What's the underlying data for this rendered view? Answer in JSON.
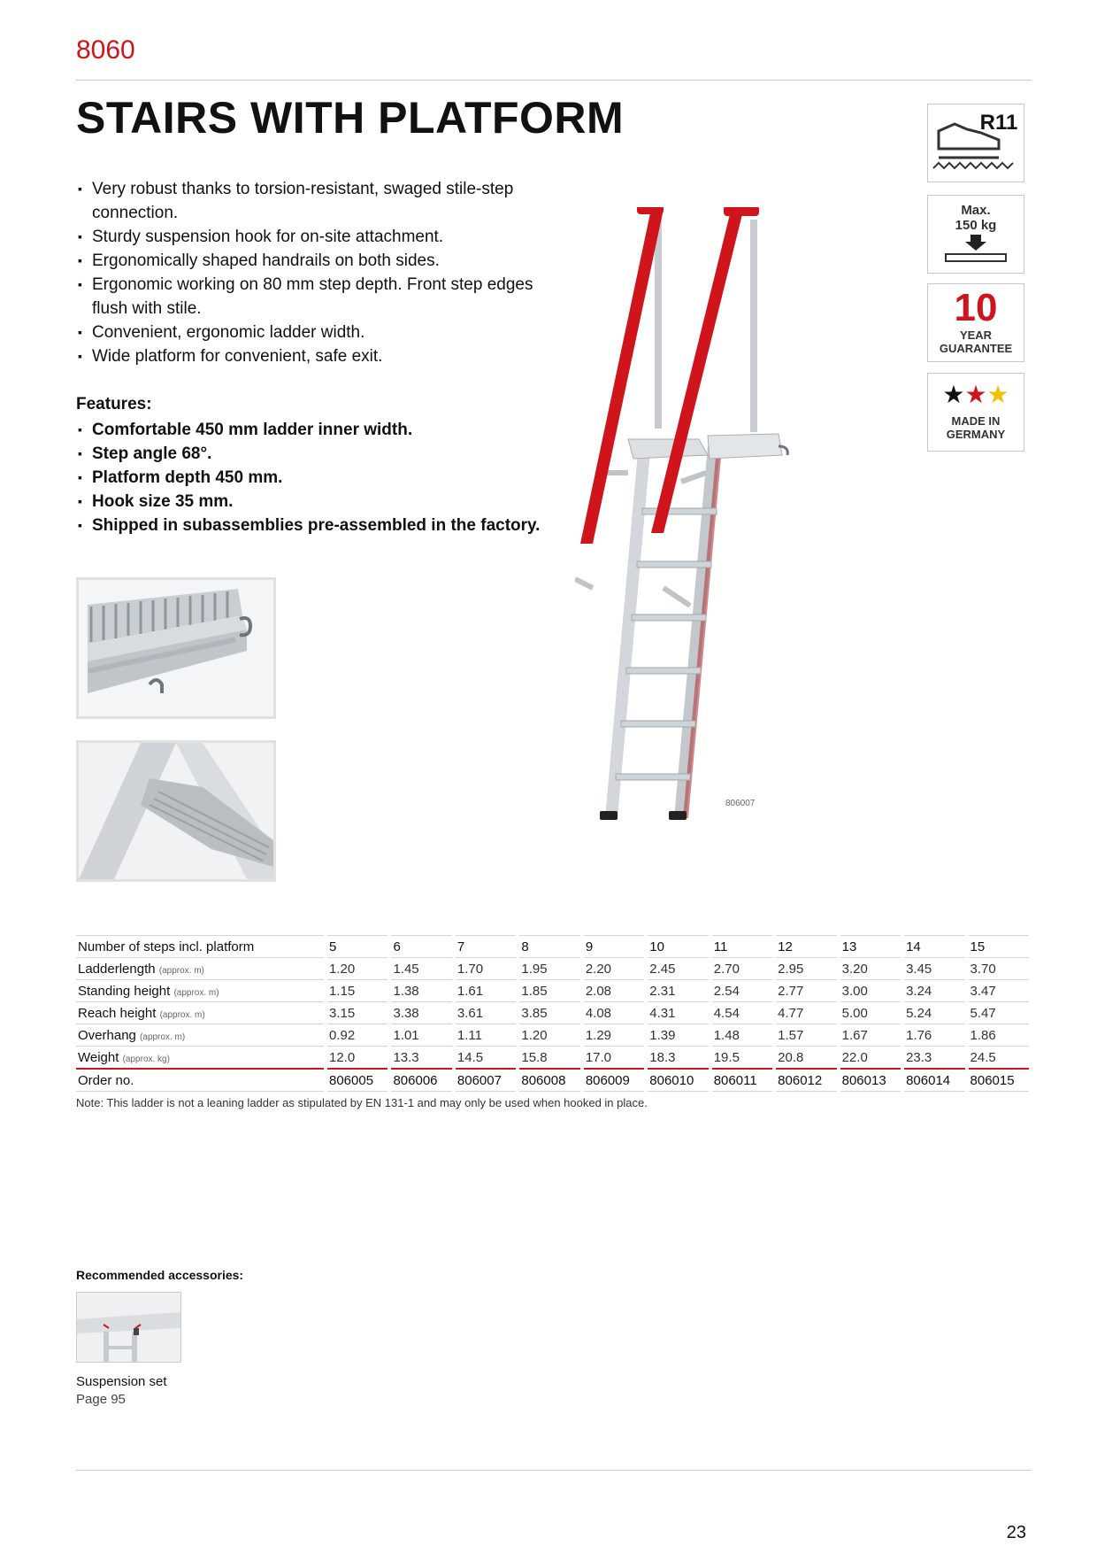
{
  "header": {
    "model": "8060",
    "title": "STAIRS WITH PLATFORM"
  },
  "features": [
    "Very robust thanks to torsion-resistant, swaged stile-step connection.",
    "Sturdy suspension hook for on-site attachment.",
    "Ergonomically shaped handrails on both sides.",
    "Ergonomic working on 80 mm step depth. Front step edges flush with stile.",
    "Convenient, ergonomic ladder width.",
    "Wide platform for convenient, safe exit."
  ],
  "specs": {
    "heading": "Features:",
    "items": [
      "Comfortable 450 mm ladder inner width.",
      "Step angle 68°.",
      "Platform depth 450 mm.",
      "Hook size 35 mm.",
      "Shipped in subassemblies pre-assembled in the factory."
    ]
  },
  "figure": {
    "code": "806007",
    "rail_color": "#d0141b"
  },
  "badges": {
    "slip": "R11",
    "max_load_line1": "Max.",
    "max_load_line2": "150 kg",
    "guarantee_number": "10",
    "guarantee_line1": "YEAR",
    "guarantee_line2": "GUARANTEE",
    "made_line1": "MADE IN",
    "made_line2": "GERMANY",
    "star_colors": [
      "#111111",
      "#d0141b",
      "#f2c200"
    ]
  },
  "table": {
    "rows": [
      {
        "label": "Number of steps incl. platform",
        "unit": "",
        "values": [
          "5",
          "6",
          "7",
          "8",
          "9",
          "10",
          "11",
          "12",
          "13",
          "14",
          "15"
        ]
      },
      {
        "label": "Ladderlength",
        "unit": "(approx. m)",
        "values": [
          "1.20",
          "1.45",
          "1.70",
          "1.95",
          "2.20",
          "2.45",
          "2.70",
          "2.95",
          "3.20",
          "3.45",
          "3.70"
        ]
      },
      {
        "label": "Standing height",
        "unit": "(approx. m)",
        "values": [
          "1.15",
          "1.38",
          "1.61",
          "1.85",
          "2.08",
          "2.31",
          "2.54",
          "2.77",
          "3.00",
          "3.24",
          "3.47"
        ]
      },
      {
        "label": "Reach height",
        "unit": "(approx. m)",
        "values": [
          "3.15",
          "3.38",
          "3.61",
          "3.85",
          "4.08",
          "4.31",
          "4.54",
          "4.77",
          "5.00",
          "5.24",
          "5.47"
        ]
      },
      {
        "label": "Overhang",
        "unit": "(approx. m)",
        "values": [
          "0.92",
          "1.01",
          "1.11",
          "1.20",
          "1.29",
          "1.39",
          "1.48",
          "1.57",
          "1.67",
          "1.76",
          "1.86"
        ]
      },
      {
        "label": "Weight",
        "unit": "(approx. kg)",
        "values": [
          "12.0",
          "13.3",
          "14.5",
          "15.8",
          "17.0",
          "18.3",
          "19.5",
          "20.8",
          "22.0",
          "23.3",
          "24.5"
        ]
      },
      {
        "label": "Order no.",
        "unit": "",
        "values": [
          "806005",
          "806006",
          "806007",
          "806008",
          "806009",
          "806010",
          "806011",
          "806012",
          "806013",
          "806014",
          "806015"
        ]
      }
    ]
  },
  "note": "Note: This ladder is not a leaning ladder as stipulated by EN 131-1 and may only be used when hooked in place.",
  "accessories": {
    "heading": "Recommended accessories:",
    "name": "Suspension set",
    "page": "Page 95"
  },
  "page_number": "23"
}
